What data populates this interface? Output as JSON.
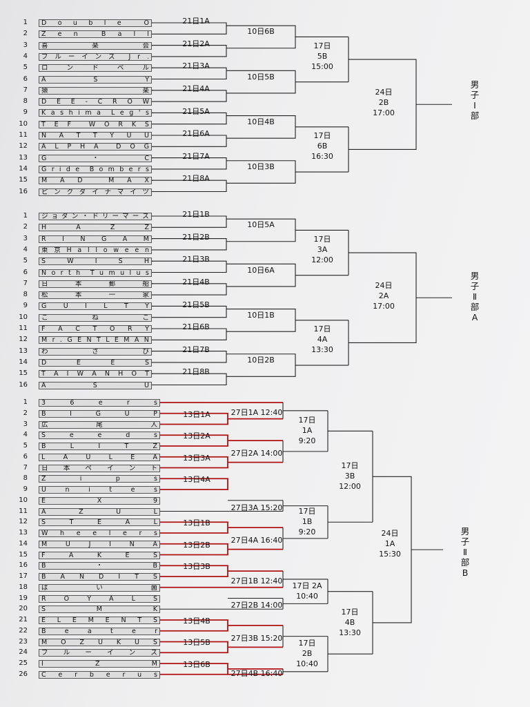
{
  "divisions": [
    {
      "name": "男子Ⅰ部",
      "teams": [
        "Double O",
        "Zen Ball",
        "喜楽会",
        "ブルーインズ Jr.",
        "ロンドベル",
        "ASY",
        "猿楽",
        "DEE-CROW",
        "Kashima Leg's",
        "TEF WORKS",
        "NATTYUU",
        "ALPHA DOG",
        "G・C",
        "Gride Bombers",
        "MAD MAX",
        "ピンクダイナマイツ"
      ],
      "r1": [
        "21日1A",
        "21日2A",
        "21日3A",
        "21日4A",
        "21日5A",
        "21日6A",
        "21日7A",
        "21日8A"
      ],
      "r2": [
        "10日6B",
        "10日5B",
        "10日4B",
        "10日3B"
      ],
      "r3": [
        [
          "17日",
          "5B",
          "15:00"
        ],
        [
          "17日",
          "6B",
          "16:30"
        ]
      ],
      "final": [
        "24日",
        "2B",
        "17:00"
      ]
    },
    {
      "name": "男子Ⅱ部A",
      "teams": [
        "ジョダン・ドリーマーズ",
        "HAZZ",
        "RINGAM",
        "東京Halloween",
        "SWISH",
        "North Tumulus",
        "日本郵船",
        "松本一家",
        "GUILTY",
        "こねこ",
        "FACTORY",
        "Mr.GENTLEMAN",
        "わさび",
        "DEES",
        "TAIWANHOT",
        "ASU"
      ],
      "r1": [
        "21日1B",
        "21日2B",
        "21日3B",
        "21日4B",
        "21日5B",
        "21日6B",
        "21日7B",
        "21日8B"
      ],
      "r2": [
        "10日5A",
        "10日6A",
        "10日1B",
        "10日2B"
      ],
      "r3": [
        [
          "17日",
          "3A",
          "12:00"
        ],
        [
          "17日",
          "4A",
          "13:30"
        ]
      ],
      "final": [
        "24日",
        "2A",
        "17:00"
      ]
    },
    {
      "name": "男子Ⅱ部B",
      "teams": [
        "36ers",
        "BIGUP",
        "広尾人",
        "Seeds",
        "BLITZ",
        "LAULEA",
        "日本ペイント",
        "Zips",
        "Unites",
        "EX9",
        "AZUL",
        "STEAL",
        "Wheelers",
        "MUJINA",
        "FAKES",
        "B・B",
        "BANDITS",
        "ばい菌",
        "ROYALS",
        "SMK",
        "ELEMENTS",
        "Beater",
        "MOZUKUS",
        "ブルーインズ",
        "IZM",
        "Cerberus"
      ],
      "r1": [
        "13日1A",
        "13日2A",
        "13日3A",
        "13日4A",
        "13日1B",
        "13日2B",
        "13日3B",
        "13日4B",
        "13日5B",
        "13日6B"
      ],
      "r2": [
        "27日1A 12:40",
        "27日2A 14:00",
        "27日3A 15:20",
        "27日4A 16:40",
        "27日1B 12:40",
        "27日2B 14:00",
        "27日3B 15:20",
        "27日4B 16:40"
      ],
      "r3": [
        [
          "17日",
          "1A",
          "9:20"
        ],
        [
          "17日",
          "1B",
          "9:20"
        ],
        [
          "17日 2A",
          "10:40"
        ],
        [
          "17日",
          "2B",
          "10:40"
        ]
      ],
      "sf": [
        [
          "17日",
          "3B",
          "12:00"
        ],
        [
          "17日",
          "4B",
          "13:30"
        ]
      ],
      "final": [
        "24日",
        "1A",
        "15:30"
      ]
    }
  ],
  "colors": {
    "line": "#222222",
    "highlight": "#b01010",
    "box": "#dcdcdc"
  }
}
